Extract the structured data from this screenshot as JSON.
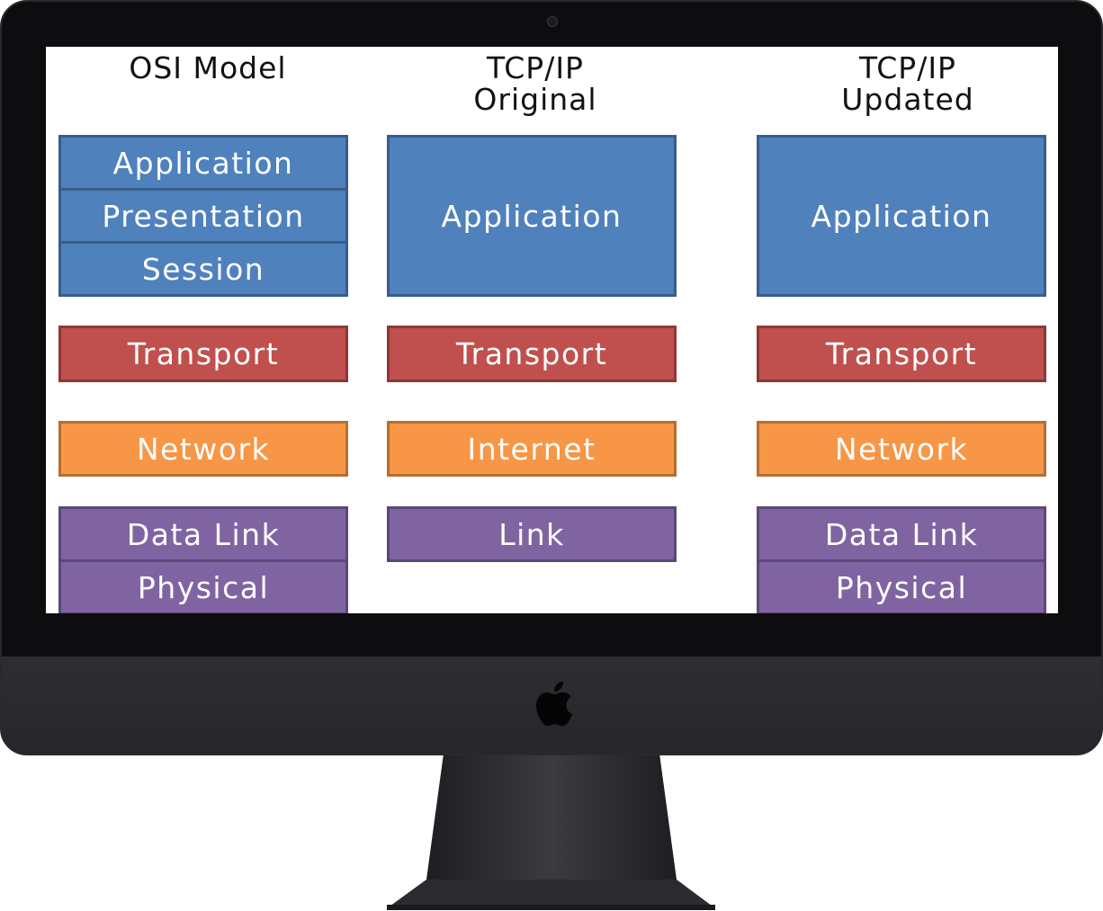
{
  "columns": [
    {
      "title": "OSI Model",
      "layers": [
        "Application",
        "Presentation",
        "Session",
        "Transport",
        "Network",
        "Data Link",
        "Physical"
      ]
    },
    {
      "title": "TCP/IP\nOriginal",
      "layers": [
        "Application",
        "Transport",
        "Internet",
        "Link"
      ]
    },
    {
      "title": "TCP/IP\nUpdated",
      "layers": [
        "Application",
        "Transport",
        "Network",
        "Data Link",
        "Physical"
      ]
    }
  ],
  "colors": {
    "application": "#4f81bd",
    "transport": "#c0504d",
    "network": "#f79646",
    "link": "#8064a2"
  },
  "icons": {
    "logo": "apple-logo-icon",
    "camera": "camera-icon"
  }
}
